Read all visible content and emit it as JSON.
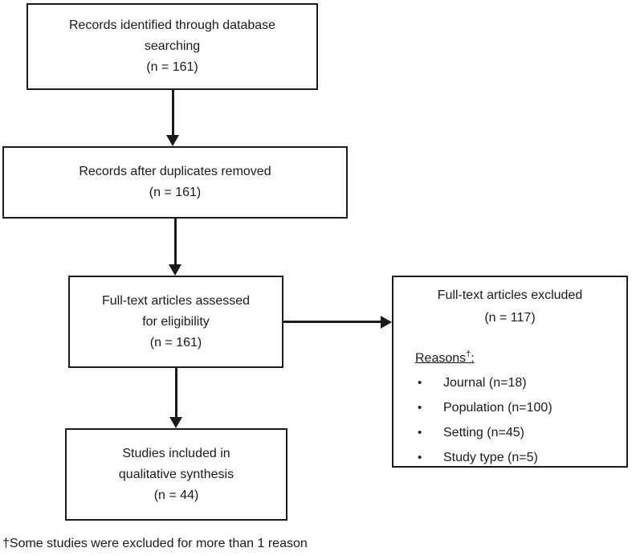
{
  "colors": {
    "line": "#1a1a1a",
    "text": "#1a1a1a",
    "background": "#ffffff"
  },
  "boxes": {
    "identified": {
      "lines": [
        "Records identified through database",
        "searching",
        "(n = 161)"
      ]
    },
    "duplicates": {
      "lines": [
        "Records after duplicates removed",
        "(n = 161)"
      ]
    },
    "fulltext": {
      "lines": [
        "Full-text articles assessed",
        "for eligibility",
        "(n = 161)"
      ]
    },
    "excluded": {
      "lines": [
        "Full-text articles excluded",
        "(n = 117)"
      ],
      "reasons_label": "Reasons",
      "reasons_dagger": "†",
      "reasons_colon": ":",
      "bullet": "•",
      "reasons": [
        "Journal (n=18)",
        "Population (n=100)",
        "Setting (n=45)",
        "Study type (n=5)"
      ]
    },
    "included": {
      "lines": [
        "Studies included in",
        "qualitative synthesis",
        "(n = 44)"
      ]
    }
  },
  "footnote": {
    "dagger": "†",
    "text": "Some studies were excluded for more than 1 reason"
  }
}
